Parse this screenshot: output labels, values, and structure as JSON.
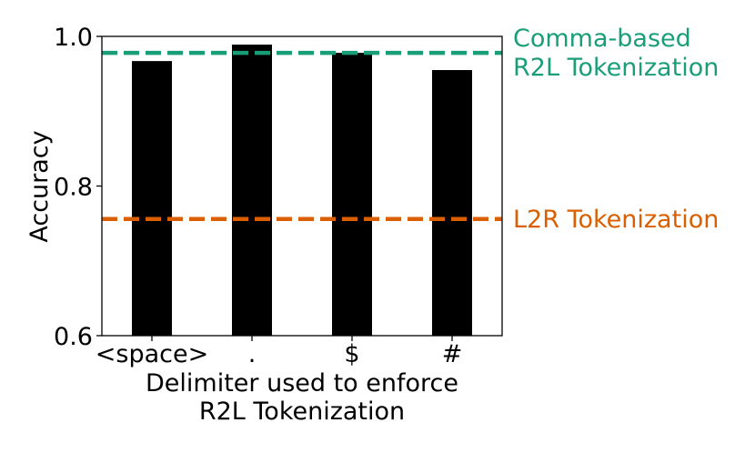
{
  "chart_data": {
    "type": "bar",
    "categories": [
      "<space>",
      ".",
      "$",
      "#"
    ],
    "values": [
      0.967,
      0.989,
      0.978,
      0.955
    ],
    "ylabel": "Accuracy",
    "xlabel": [
      "Delimiter used to enforce",
      "R2L Tokenization"
    ],
    "ylim": [
      0.6,
      1.0
    ],
    "yticks": [
      "0.6",
      "0.8",
      "1.0"
    ],
    "bar_color": "#000000",
    "reference_lines": [
      {
        "value": 0.978,
        "label": [
          "Comma-based",
          "R2L Tokenization"
        ],
        "color": "#1a9e77",
        "style": "dashed"
      },
      {
        "value": 0.756,
        "label": [
          "L2R Tokenization"
        ],
        "color": "#d95f02",
        "style": "dashed"
      }
    ],
    "grid": false
  }
}
